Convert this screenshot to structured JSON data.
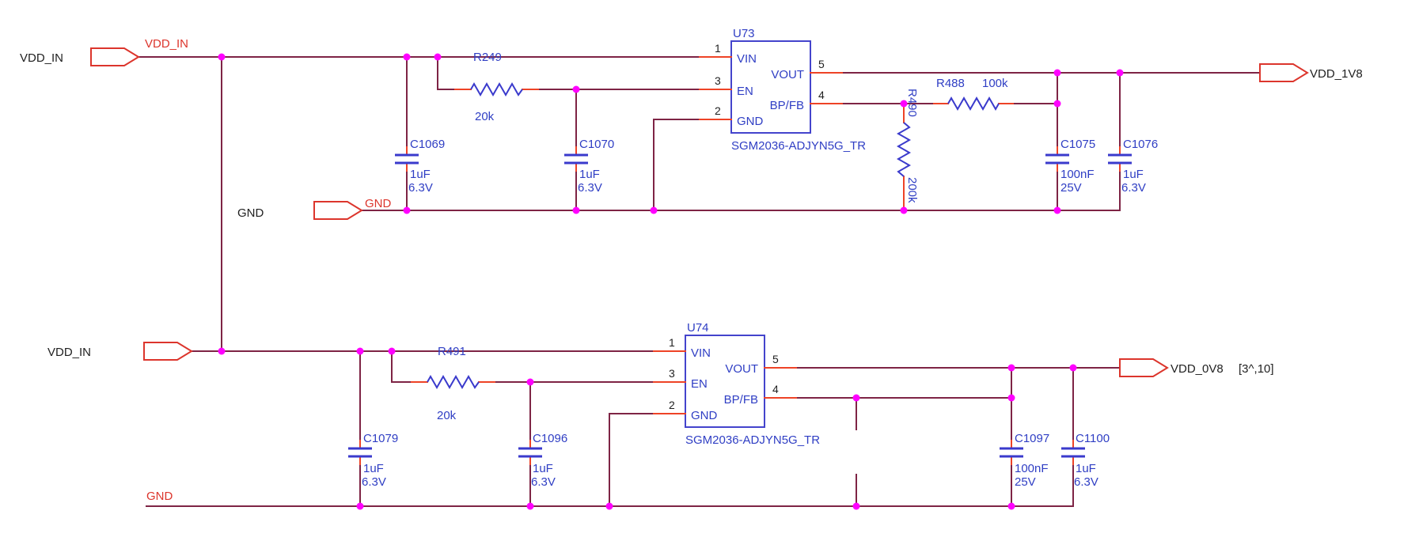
{
  "schematic": {
    "top": {
      "input_port": "VDD_IN",
      "input_net": "VDD_IN",
      "gnd_label_black": "GND",
      "gnd_net": "GND",
      "output_port": "VDD_1V8",
      "r249": {
        "ref": "R249",
        "value": "20k"
      },
      "c1069": {
        "ref": "C1069",
        "value": "1uF",
        "voltage": "6.3V"
      },
      "c1070": {
        "ref": "C1070",
        "value": "1uF",
        "voltage": "6.3V"
      },
      "u73": {
        "ref": "U73",
        "part": "SGM2036-ADJYN5G_TR",
        "pins": {
          "n1": "1",
          "n2": "2",
          "n3": "3",
          "n4": "4",
          "n5": "5"
        },
        "names": {
          "vin": "VIN",
          "vout": "VOUT",
          "en": "EN",
          "fb": "BP/FB",
          "gnd": "GND"
        }
      },
      "r490": {
        "ref": "R490",
        "value": "200k"
      },
      "r488": {
        "ref": "R488",
        "value": "100k"
      },
      "c1075": {
        "ref": "C1075",
        "value": "100nF",
        "voltage": "25V"
      },
      "c1076": {
        "ref": "C1076",
        "value": "1uF",
        "voltage": "6.3V"
      }
    },
    "bottom": {
      "input_port": "VDD_IN",
      "gnd_net": "GND",
      "output_port": "VDD_0V8",
      "note": "[3^,10]",
      "r491": {
        "ref": "R491",
        "value": "20k"
      },
      "c1079": {
        "ref": "C1079",
        "value": "1uF",
        "voltage": "6.3V"
      },
      "c1096": {
        "ref": "C1096",
        "value": "1uF",
        "voltage": "6.3V"
      },
      "u74": {
        "ref": "U74",
        "part": "SGM2036-ADJYN5G_TR",
        "pins": {
          "n1": "1",
          "n2": "2",
          "n3": "3",
          "n4": "4",
          "n5": "5"
        },
        "names": {
          "vin": "VIN",
          "vout": "VOUT",
          "en": "EN",
          "fb": "BP/FB",
          "gnd": "GND"
        }
      },
      "c1097": {
        "ref": "C1097",
        "value": "100nF",
        "voltage": "25V"
      },
      "c1100": {
        "ref": "C1100",
        "value": "1uF",
        "voltage": "6.3V"
      }
    }
  }
}
